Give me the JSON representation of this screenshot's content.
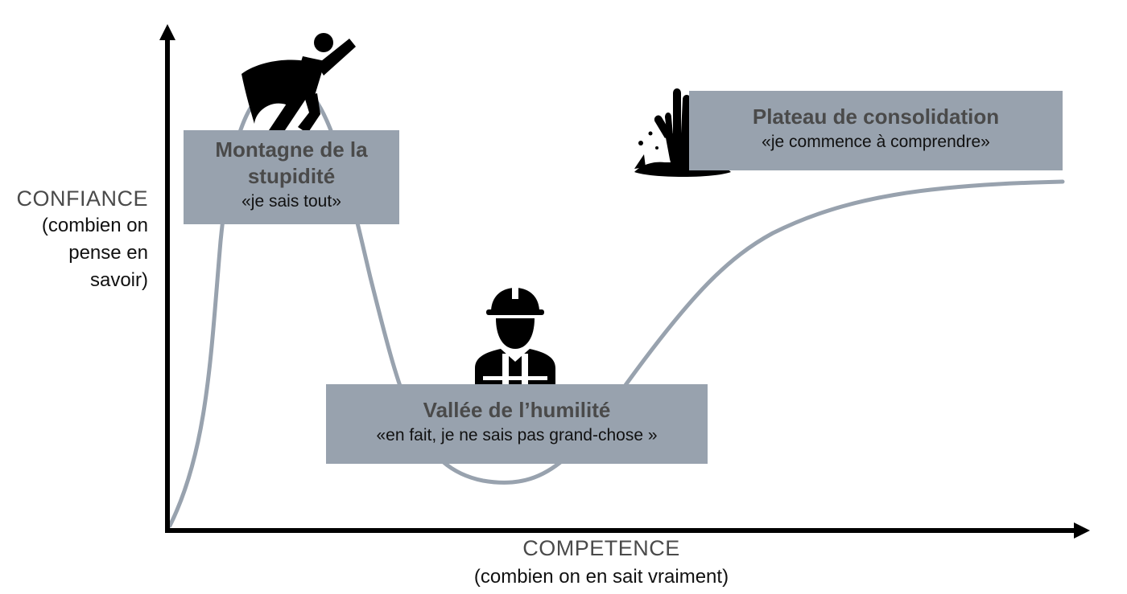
{
  "diagram": {
    "y_axis": {
      "title": "CONFIANCE",
      "subtitle_lines": [
        "(combien on",
        "pense en",
        "savoir)"
      ]
    },
    "x_axis": {
      "title": "COMPETENCE",
      "subtitle": "(combien on en sait vraiment)"
    },
    "stages": [
      {
        "id": "stupid",
        "title": "Montagne de la stupidité",
        "quote": "«je sais tout»",
        "icon": "superhero-icon"
      },
      {
        "id": "valley",
        "title": "Vallée de l’humilité",
        "quote": "«en fait, je ne sais pas grand-chose »",
        "icon": "worker-helmet-icon"
      },
      {
        "id": "plateau",
        "title": "Plateau de consolidation",
        "quote": "«je commence à comprendre»",
        "icon": "zombie-hand-icon"
      }
    ],
    "colors": {
      "curve": "#98a2ae",
      "box": "#98a2ae",
      "axis": "#000000",
      "title_text": "#4a4a4a",
      "body_text": "#111111"
    }
  }
}
